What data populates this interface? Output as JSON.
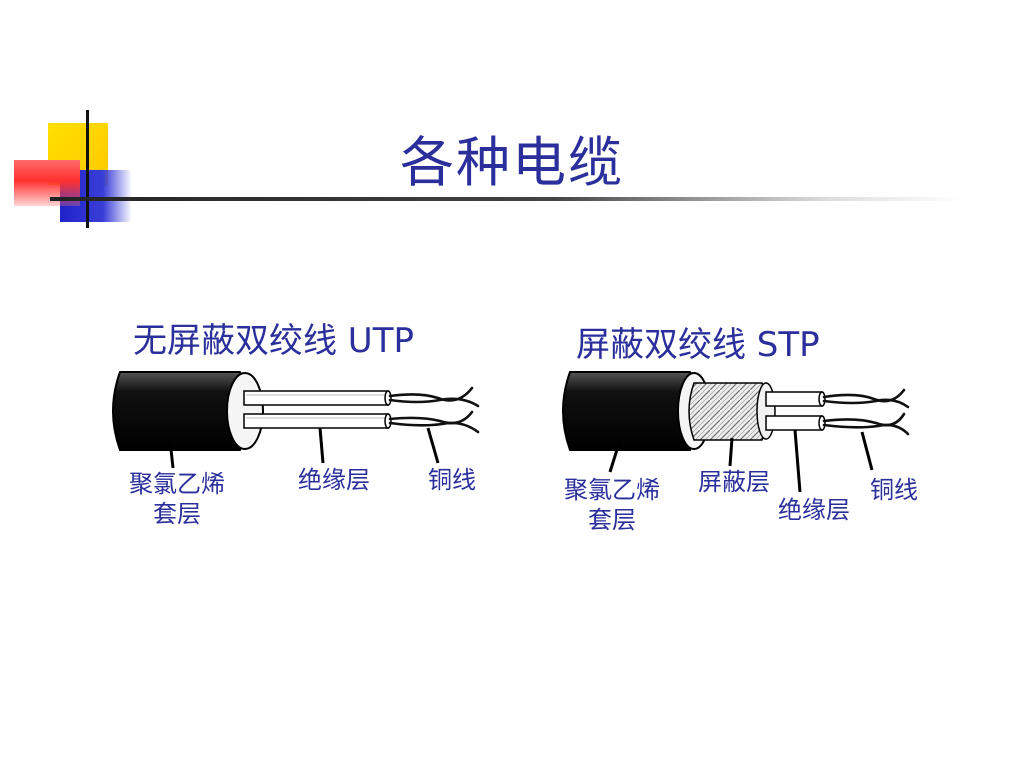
{
  "title": "各种电缆",
  "utp": {
    "heading": "无屏蔽双绞线 UTP",
    "labels": {
      "jacket_line1": "聚氯乙烯",
      "jacket_line2": "套层",
      "insulation": "绝缘层",
      "copper": "铜线"
    }
  },
  "stp": {
    "heading": "屏蔽双绞线 STP",
    "labels": {
      "jacket_line1": "聚氯乙烯",
      "jacket_line2": "套层",
      "shield": "屏蔽层",
      "insulation": "绝缘层",
      "copper": "铜线"
    }
  },
  "colors": {
    "title": "#2a2f9b",
    "deco_yellow": "#ffd200",
    "deco_blue": "#2b2fd0",
    "deco_red": "#ff3b3b"
  }
}
